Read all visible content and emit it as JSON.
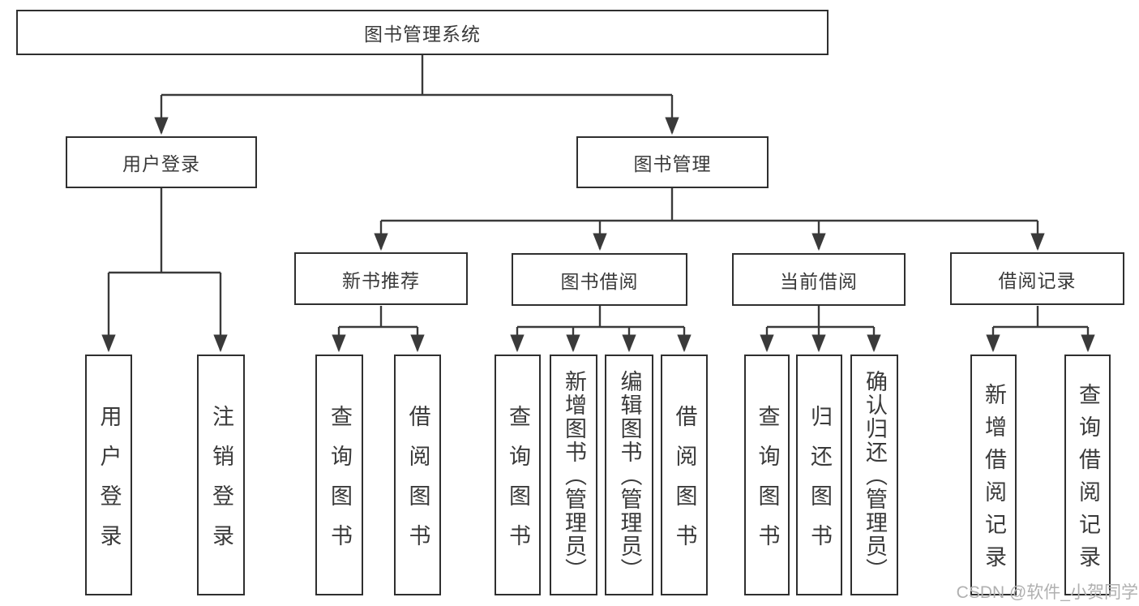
{
  "diagram": {
    "title": "图书管理系统",
    "level2": {
      "user_login": "用户登录",
      "book_management": "图书管理"
    },
    "level3": {
      "new_book_recommend": "新书推荐",
      "book_borrow": "图书借阅",
      "current_borrow": "当前借阅",
      "borrow_records": "借阅记录"
    },
    "leaves": {
      "user_login_children": [
        "用户登录",
        "注销登录"
      ],
      "new_book_children": [
        "查询图书",
        "借阅图书"
      ],
      "book_borrow_children": [
        "查询图书",
        "新增图书（管理员）",
        "编辑图书（管理员）",
        "借阅图书"
      ],
      "current_borrow_children": [
        "查询图书",
        "归还图书",
        "确认归还（管理员）"
      ],
      "borrow_records_children": [
        "新增借阅记录",
        "查询借阅记录"
      ]
    },
    "watermark": "CSDN @软件_小贺同学",
    "colors": {
      "line": "#3a3a3a",
      "border": "#2f2f2f",
      "text": "#3a3a3a",
      "watermark": "#b0b0b0",
      "background": "#ffffff"
    }
  }
}
